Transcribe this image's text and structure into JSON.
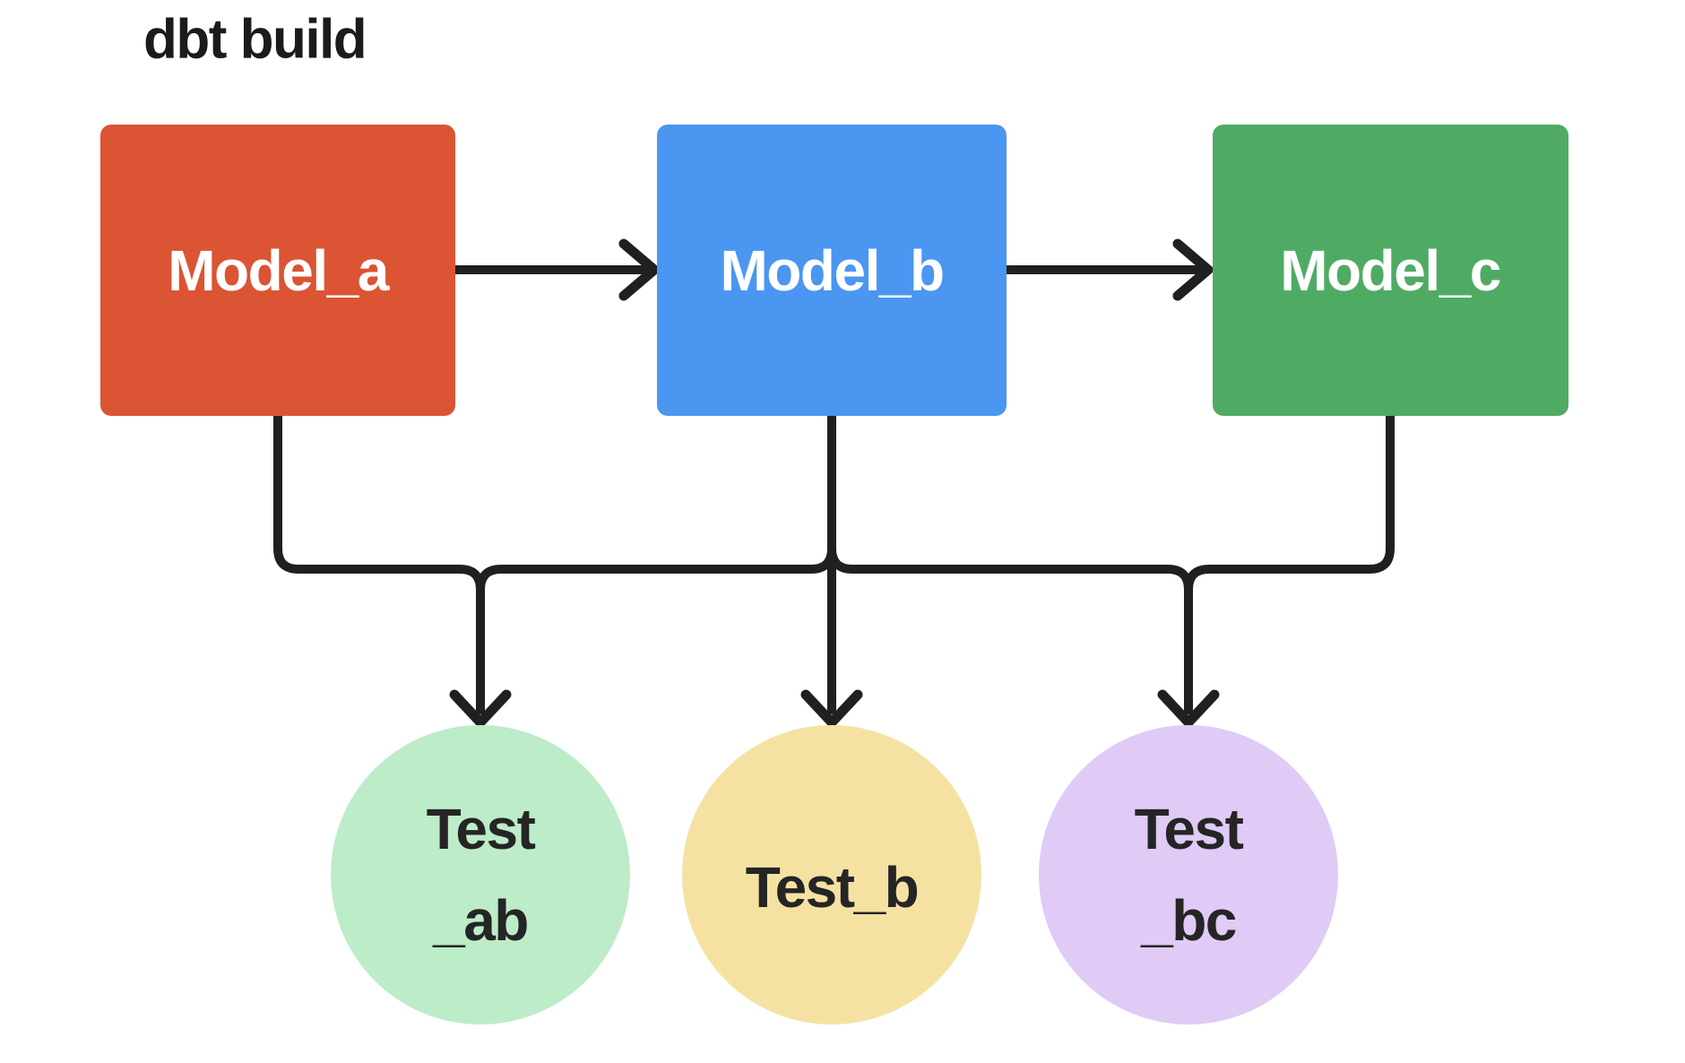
{
  "title": {
    "text": "dbt build"
  },
  "colors": {
    "background": "#ffffff",
    "ink": "#202020",
    "title_text": "#1b1b1b",
    "model_label_text": "#ffffff",
    "test_label_text": "#252525"
  },
  "models": [
    {
      "name": "model_a",
      "label": "Model_a",
      "fill": "#db5434"
    },
    {
      "name": "model_b",
      "label": "Model_b",
      "fill": "#4a96f1"
    },
    {
      "name": "model_c",
      "label": "Model_c",
      "fill": "#4fab64"
    }
  ],
  "tests": [
    {
      "name": "test_ab",
      "line1": "Test",
      "line2": "_ab",
      "fill": "#bdecc9"
    },
    {
      "name": "test_b",
      "line1": "Test_b",
      "line2": "",
      "fill": "#f5e2a3"
    },
    {
      "name": "test_bc",
      "line1": "Test",
      "line2": "_bc",
      "fill": "#dfcbf5"
    }
  ],
  "edges": [
    {
      "from": "model_a",
      "to": "model_b"
    },
    {
      "from": "model_b",
      "to": "model_c"
    },
    {
      "from": "model_a",
      "to": "test_ab"
    },
    {
      "from": "model_b",
      "to": "test_ab"
    },
    {
      "from": "model_b",
      "to": "test_b"
    },
    {
      "from": "model_b",
      "to": "test_bc"
    },
    {
      "from": "model_c",
      "to": "test_bc"
    }
  ]
}
